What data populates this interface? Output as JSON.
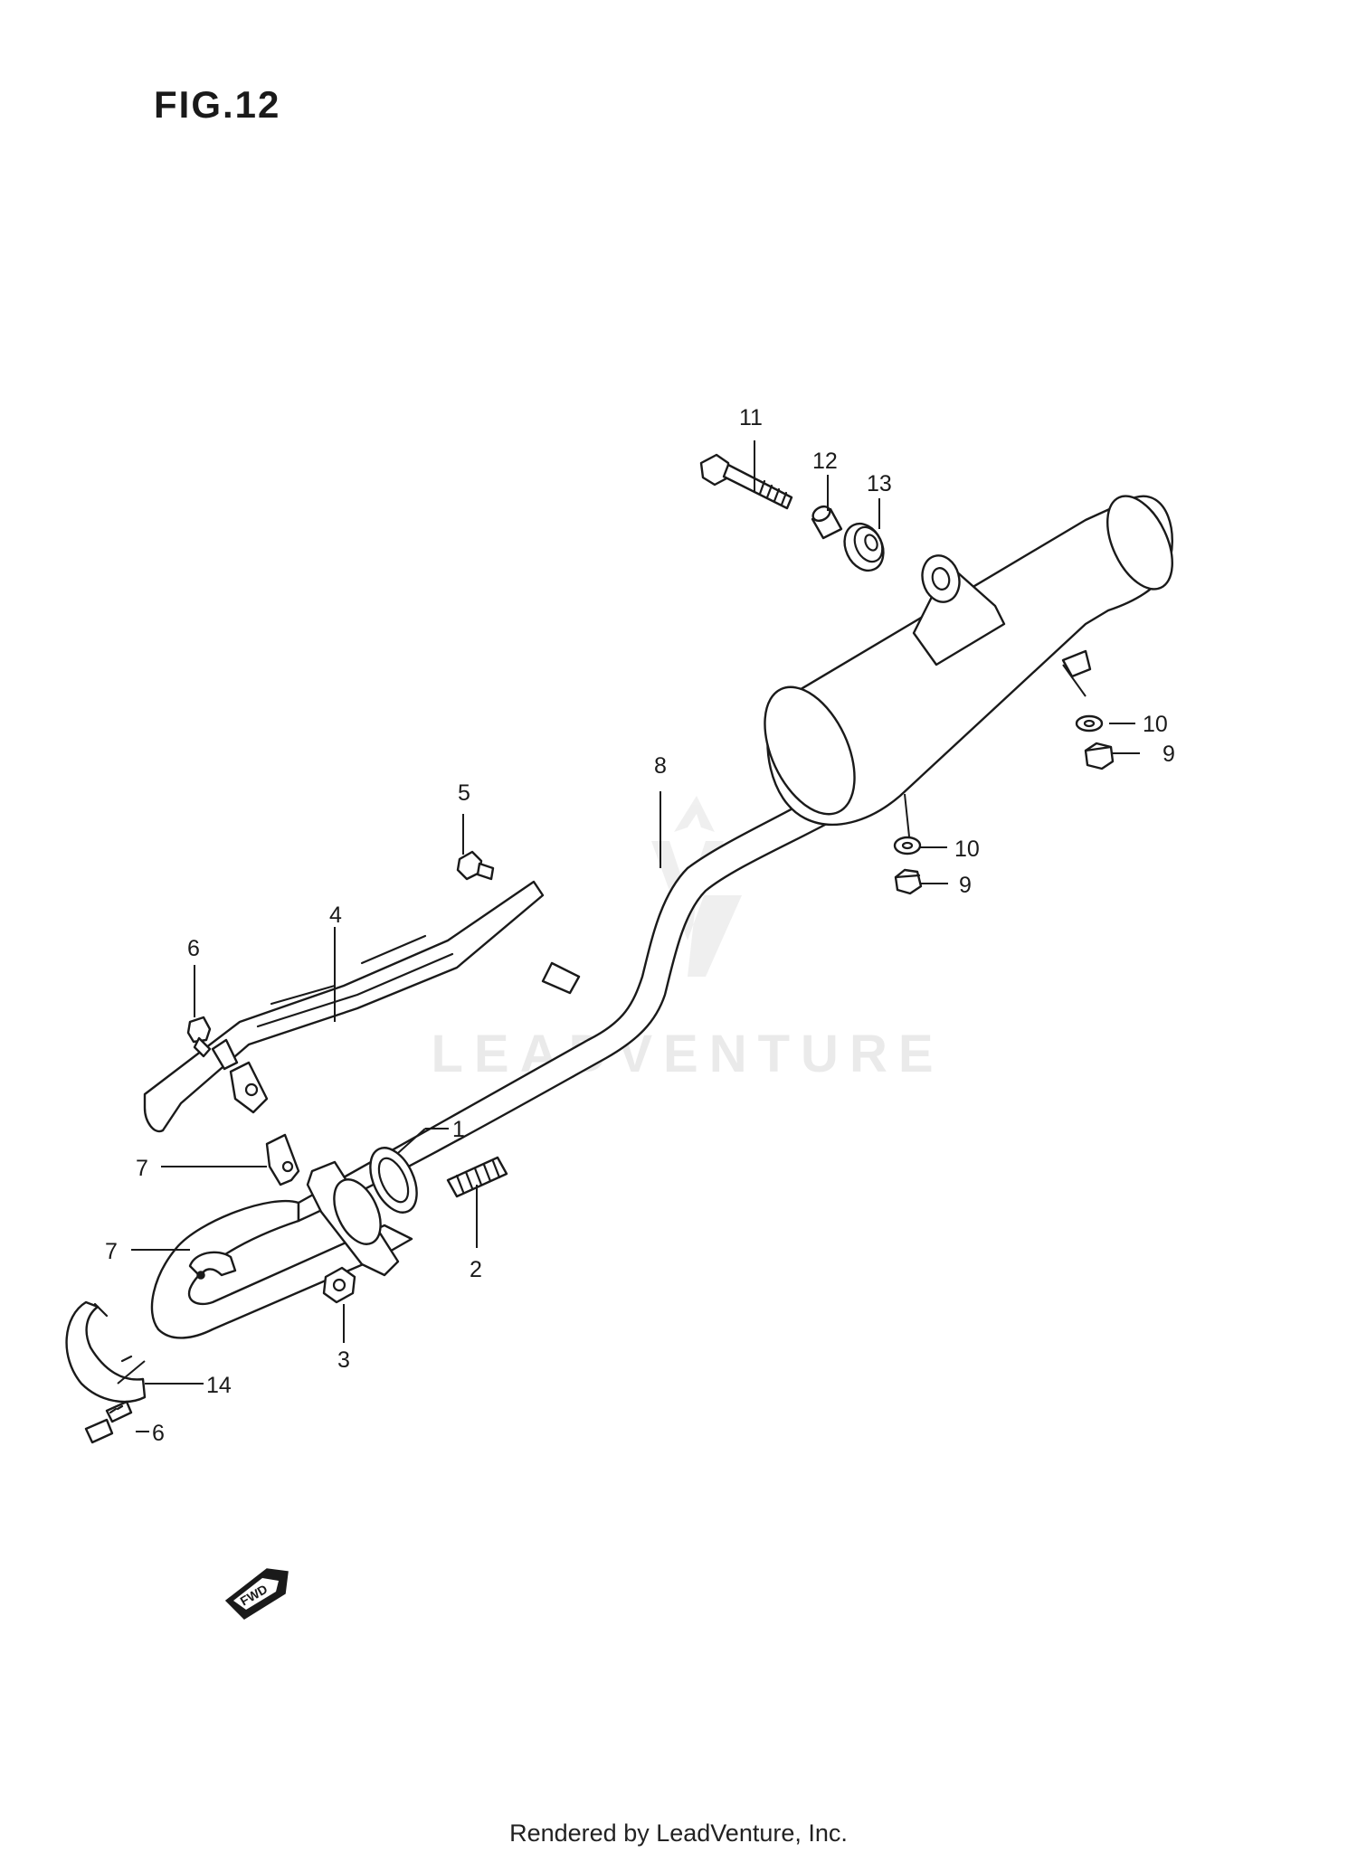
{
  "figure": {
    "title": "FIG.12"
  },
  "watermark": {
    "text": "LEADVENTURE"
  },
  "fwd_arrow": {
    "label": "FWD"
  },
  "callouts": {
    "p1": "1",
    "p2": "2",
    "p3": "3",
    "p4": "4",
    "p5": "5",
    "p6a": "6",
    "p6b": "6",
    "p7a": "7",
    "p7b": "7",
    "p8": "8",
    "p9a": "9",
    "p9b": "9",
    "p10a": "10",
    "p10b": "10",
    "p11": "11",
    "p12": "12",
    "p13": "13",
    "p14": "14"
  },
  "footer": {
    "text": "Rendered by LeadVenture, Inc."
  }
}
